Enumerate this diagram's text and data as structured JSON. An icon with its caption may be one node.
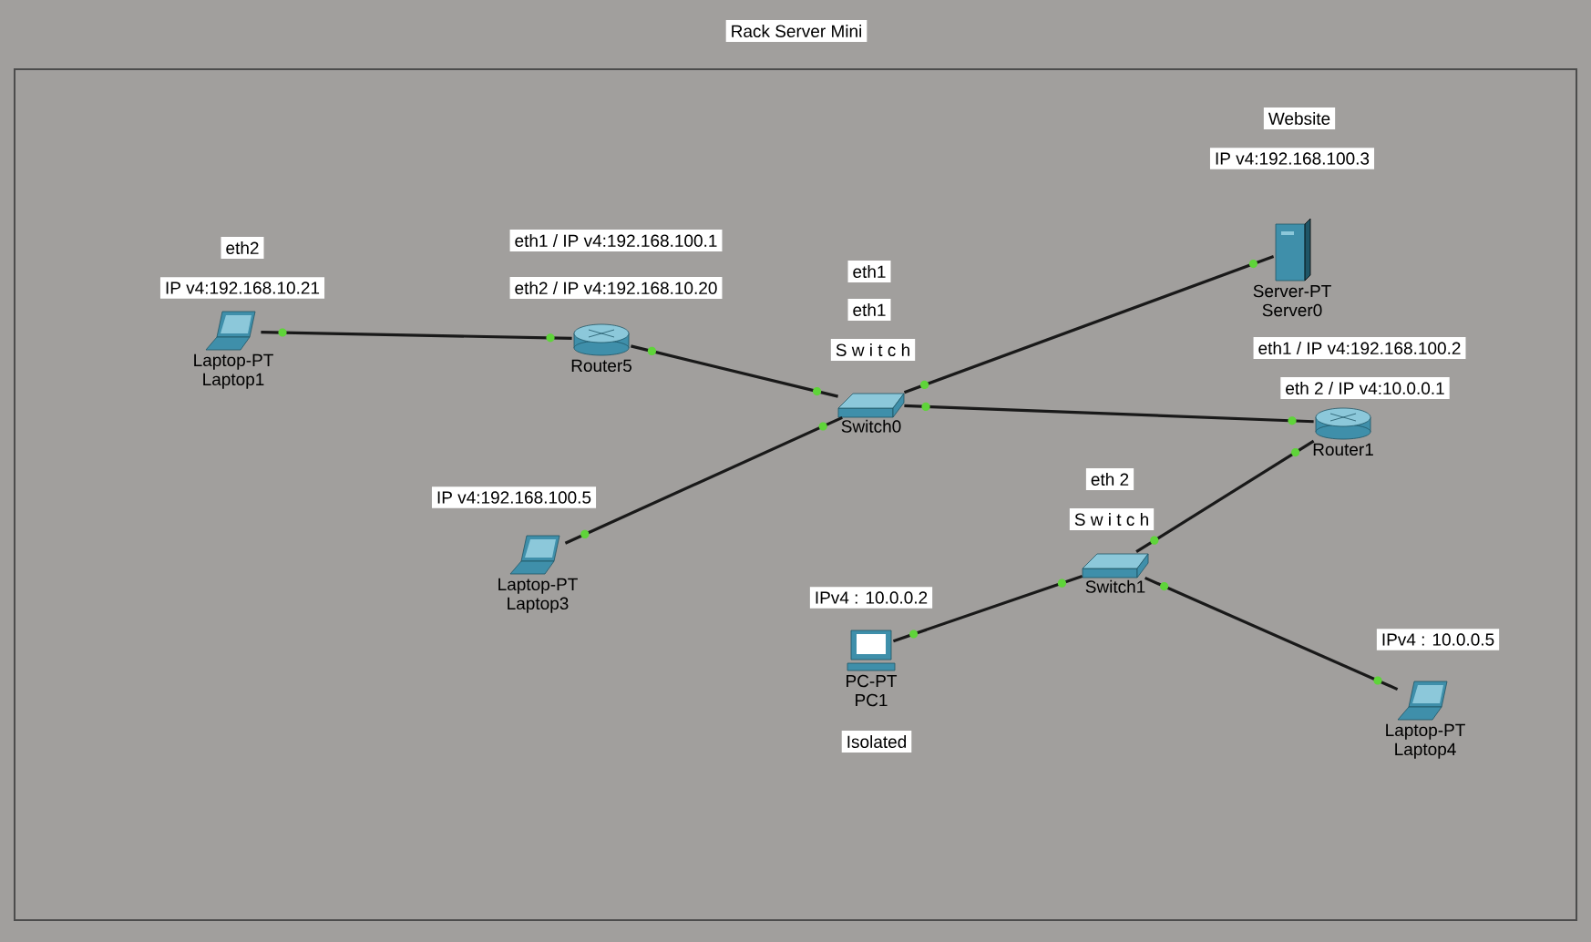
{
  "diagram": {
    "title": "Rack Server Mini",
    "nodes": [
      {
        "text": [
          "Laptop-PT",
          "Laptop1"
        ],
        "beside": [
          "eth2",
          "IP v4:192.168.10.21"
        ]
      },
      {
        "text": [
          "Router5"
        ],
        "beside": [
          "eth1 / IP v4:192.168.100.1",
          "eth2 / IP v4:192.168.10.20"
        ]
      },
      {
        "text": [
          "Switch0"
        ],
        "beside": [
          "eth1",
          "eth1",
          "S w i t c h"
        ]
      },
      {
        "text": [
          "Server-PT",
          "Server0"
        ],
        "beside": [
          "Website",
          "IP v4:192.168.100.3"
        ]
      },
      {
        "text": [
          "Router1"
        ],
        "beside": [
          "eth1 / IP v4:192.168.100.2",
          "eth 2 / IP v4:10.0.0.1"
        ]
      },
      {
        "text": [
          "Laptop-PT",
          "Laptop3"
        ],
        "beside": [
          "IP v4:192.168.100.5"
        ]
      },
      {
        "text": [
          "Switch1"
        ],
        "beside": [
          "eth 2",
          "S w i t c h"
        ]
      },
      {
        "text": [
          "PC-PT",
          "PC1"
        ],
        "beside": [
          "IPv4 : 10.0.0.2",
          "Isolated"
        ]
      },
      {
        "text": [
          "Laptop-PT",
          "Laptop4"
        ],
        "beside": [
          "IPv4 : 10.0.0.5"
        ]
      }
    ],
    "edges": [
      {
        "from": 0,
        "to": 1,
        "arrow": "none"
      },
      {
        "from": 1,
        "to": 2,
        "arrow": "none"
      },
      {
        "from": 5,
        "to": 2,
        "arrow": "none"
      },
      {
        "from": 2,
        "to": 3,
        "arrow": "none"
      },
      {
        "from": 2,
        "to": 4,
        "arrow": "none"
      },
      {
        "from": 4,
        "to": 6,
        "arrow": "none"
      },
      {
        "from": 7,
        "to": 6,
        "arrow": "none"
      },
      {
        "from": 6,
        "to": 8,
        "arrow": "none"
      }
    ]
  }
}
